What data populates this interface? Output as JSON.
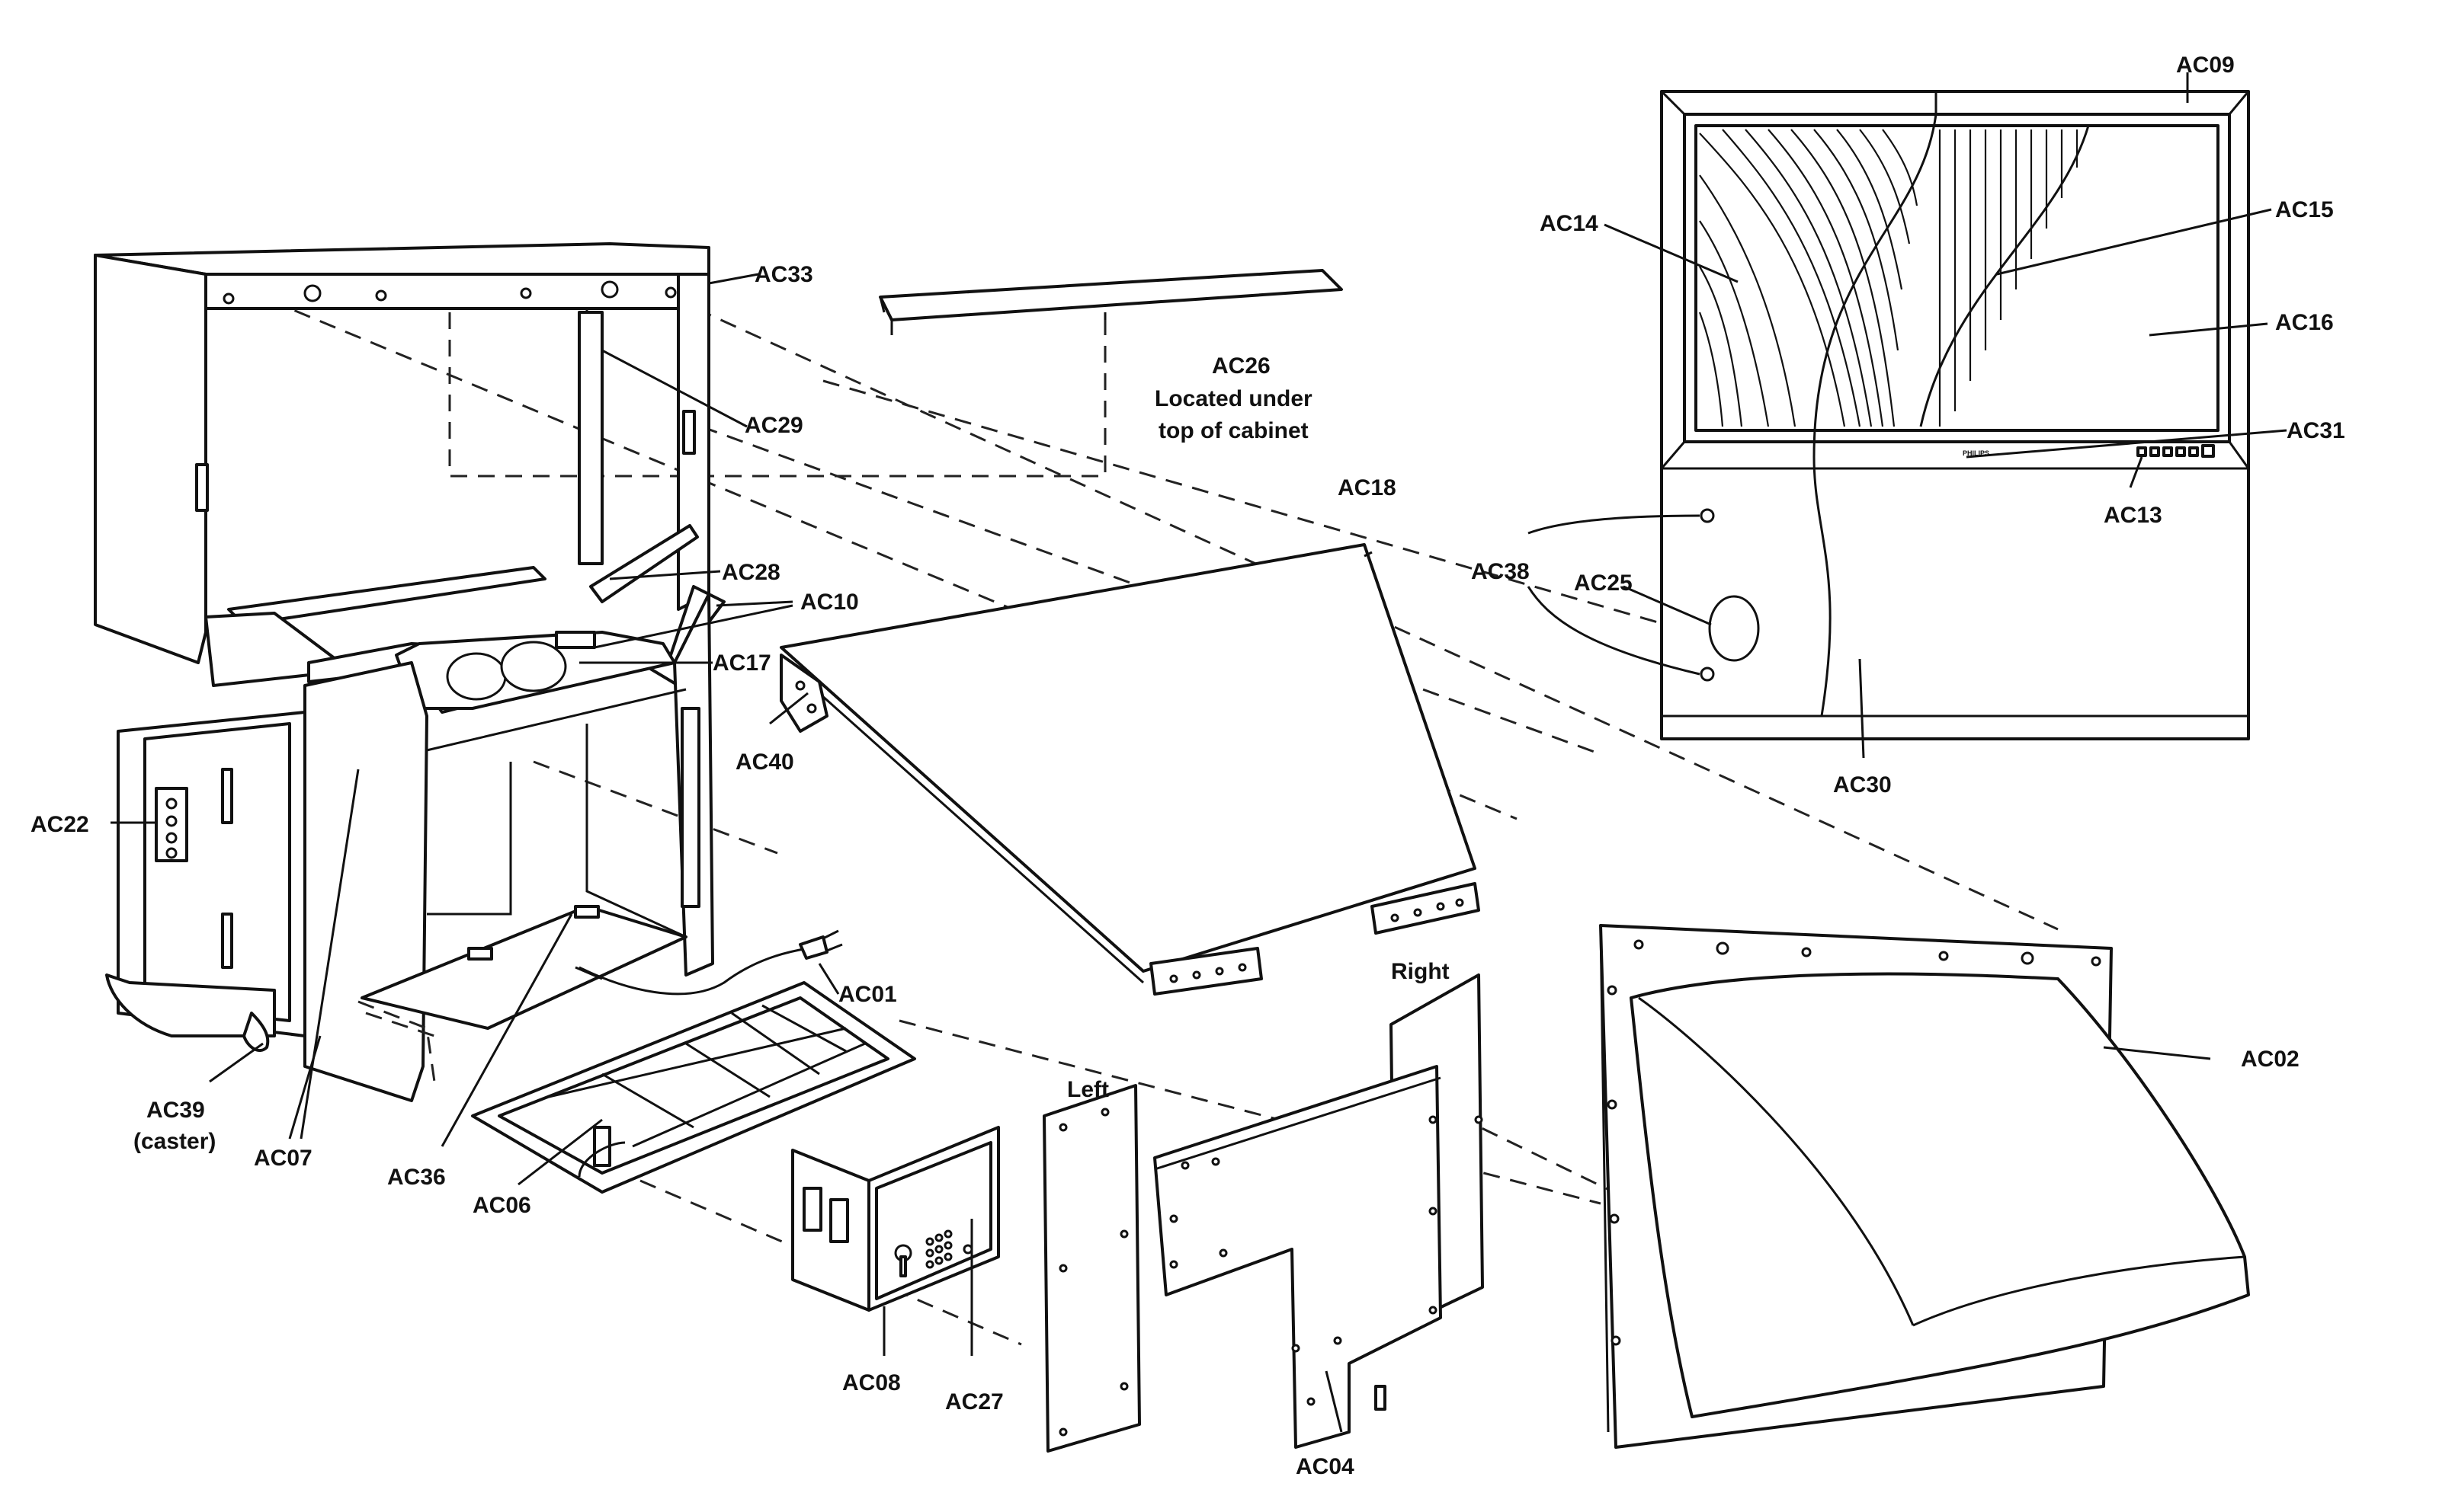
{
  "labels": {
    "ac01": "AC01",
    "ac02": "AC02",
    "ac04": "AC04",
    "ac06": "AC06",
    "ac07": "AC07",
    "ac08": "AC08",
    "ac09": "AC09",
    "ac10": "AC10",
    "ac13": "AC13",
    "ac14": "AC14",
    "ac15": "AC15",
    "ac16": "AC16",
    "ac17": "AC17",
    "ac18": "AC18",
    "ac22": "AC22",
    "ac25": "AC25",
    "ac26": "AC26",
    "ac26_note_1": "Located under",
    "ac26_note_2": "top of cabinet",
    "ac27": "AC27",
    "ac28": "AC28",
    "ac29": "AC29",
    "ac30": "AC30",
    "ac31": "AC31",
    "ac33": "AC33",
    "ac36": "AC36",
    "ac38": "AC38",
    "ac39": "AC39",
    "ac39_note": "(caster)",
    "ac40": "AC40",
    "left": "Left",
    "right": "Right",
    "brand": "PHILIPS"
  }
}
